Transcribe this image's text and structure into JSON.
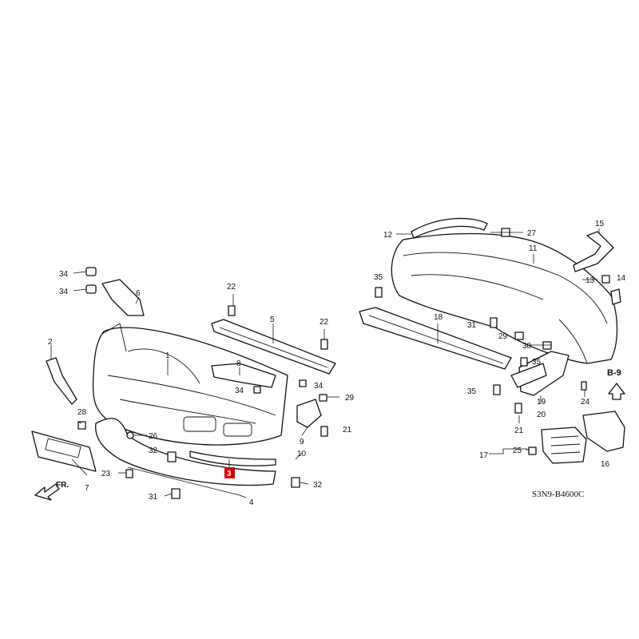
{
  "diagram_code": "S3N9-B4600C",
  "section_ref": "B-9",
  "front_label": "FR.",
  "highlighted_callout": "3",
  "highlight_color": "#d10000",
  "callouts": {
    "c1": "1",
    "c2": "2",
    "c3": "3",
    "c4": "4",
    "c5": "5",
    "c6": "6",
    "c7": "7",
    "c8": "8",
    "c9": "9",
    "c10": "10",
    "c11": "11",
    "c12": "12",
    "c13": "13",
    "c14": "14",
    "c15": "15",
    "c16": "16",
    "c17": "17",
    "c18": "18",
    "c19": "19",
    "c20": "20",
    "c21": "21",
    "c22": "22",
    "c23": "23",
    "c24": "24",
    "c25": "25",
    "c26": "26",
    "c27": "27",
    "c28": "28",
    "c29": "29",
    "c30": "30",
    "c31": "31",
    "c32": "32",
    "c34": "34",
    "c35": "35"
  }
}
